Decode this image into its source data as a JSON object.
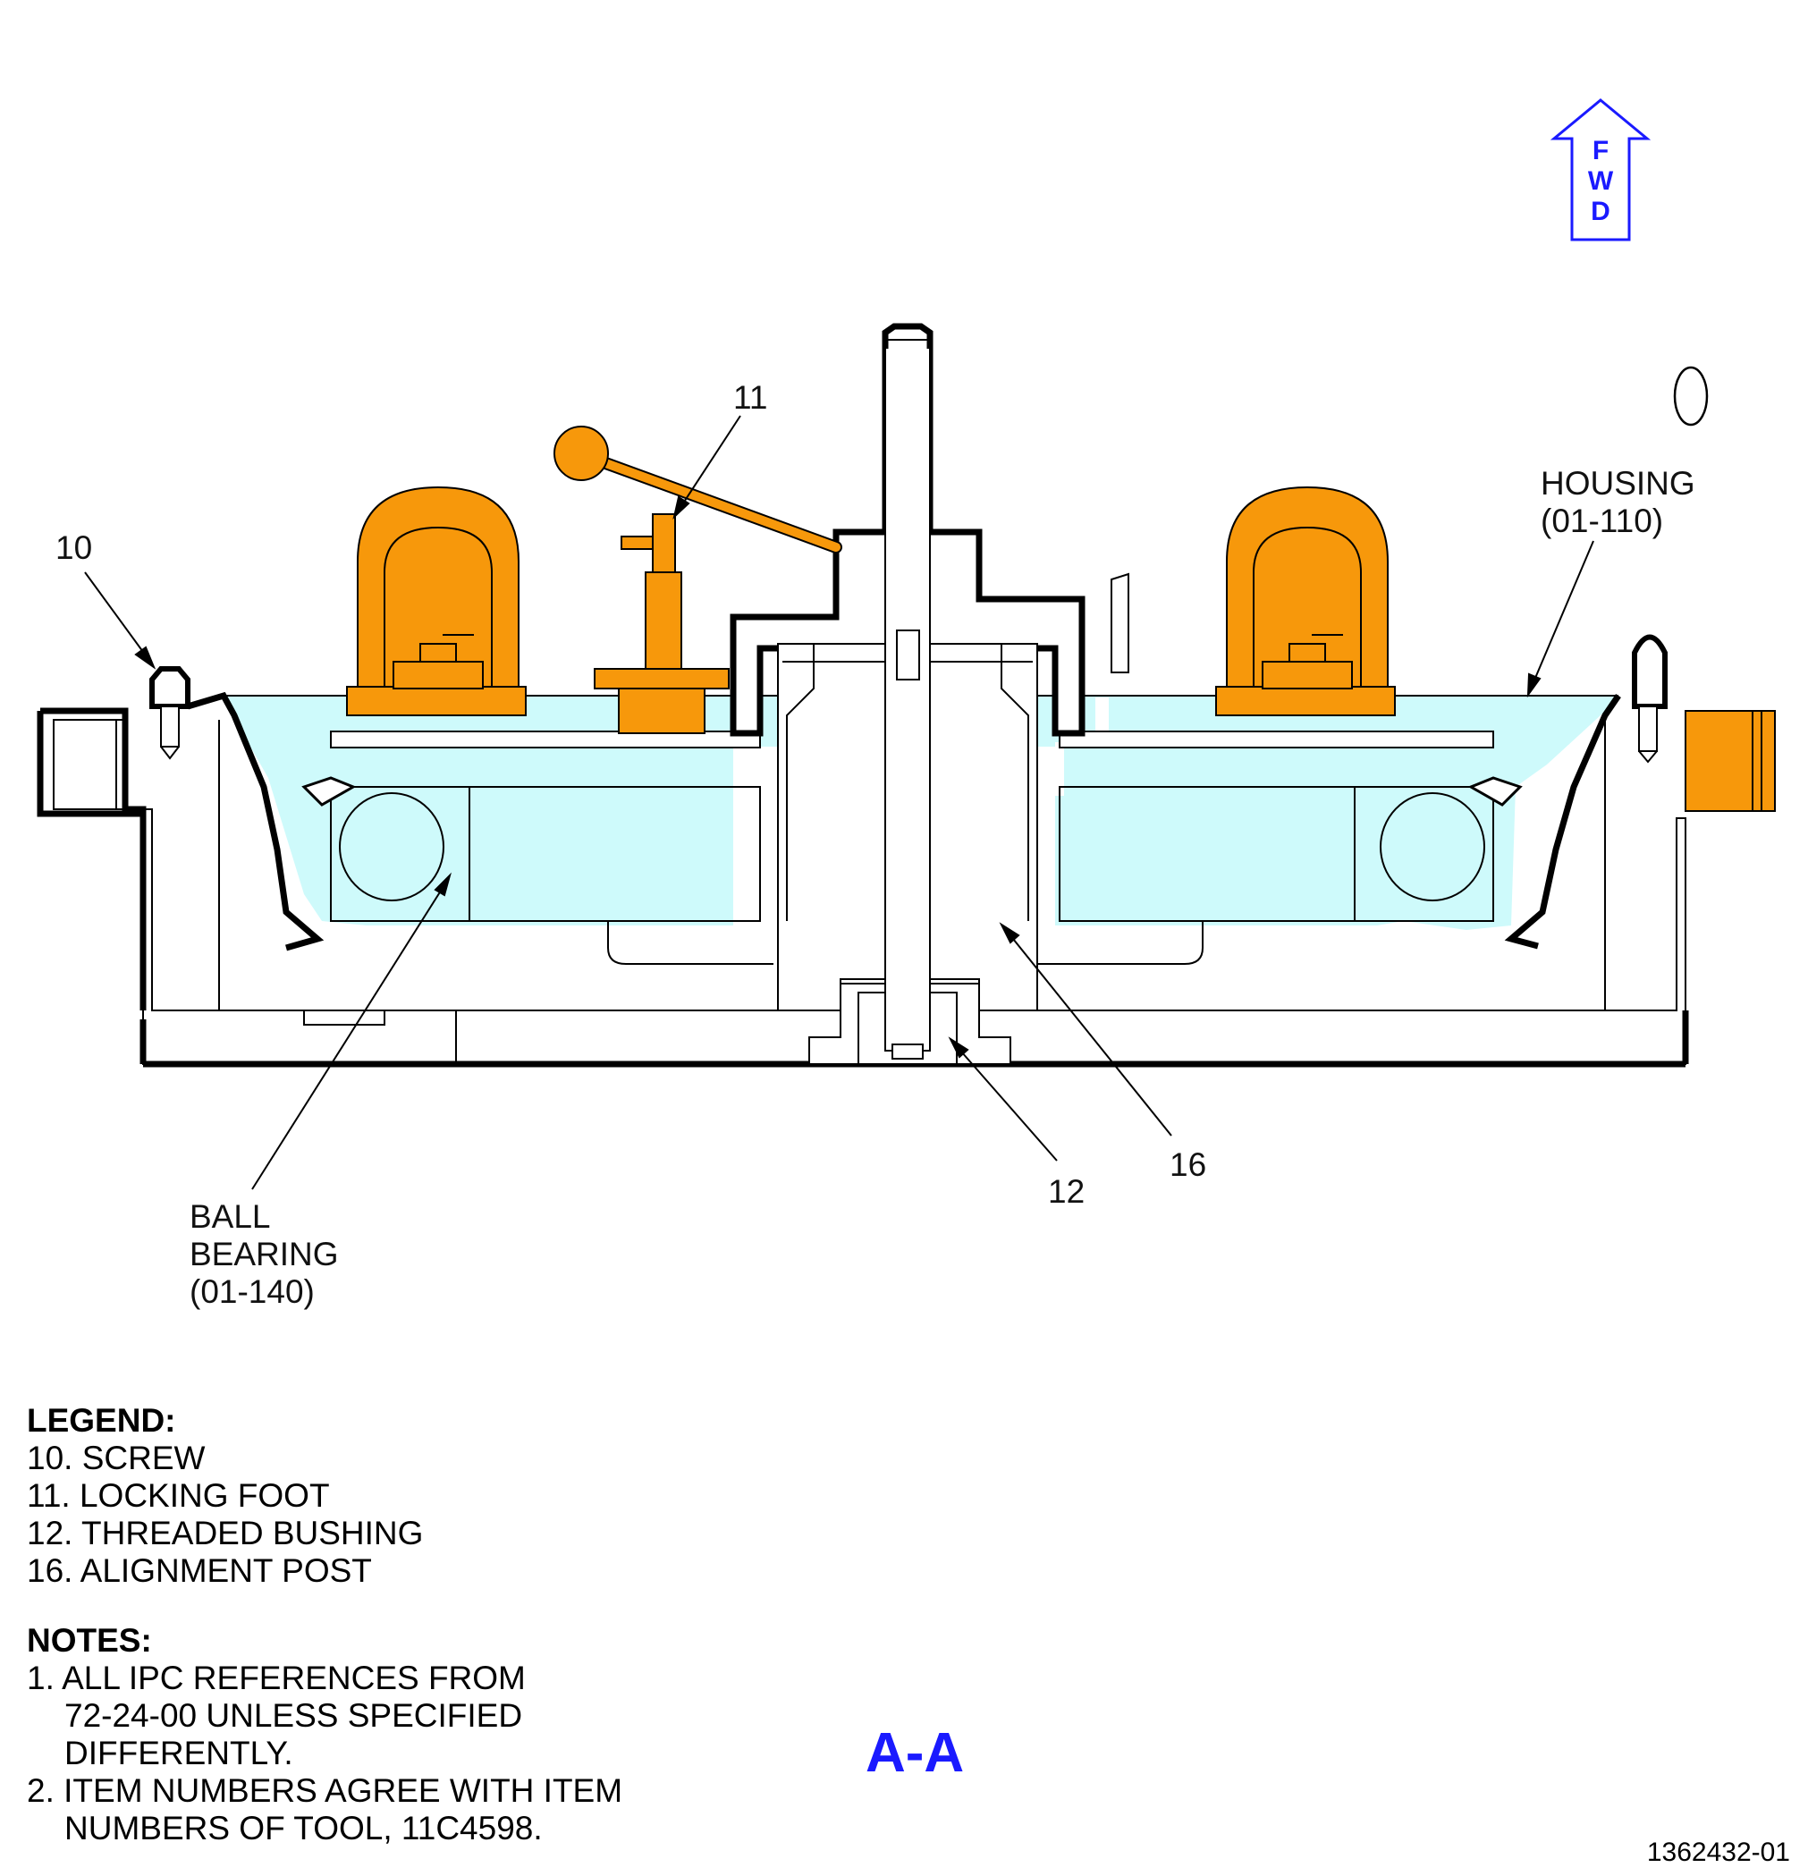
{
  "fwd_arrow": {
    "letters": [
      "F",
      "W",
      "D"
    ],
    "color": "#1a1aff"
  },
  "callouts": {
    "item_10": "10",
    "item_11": "11",
    "item_12": "12",
    "item_16": "16",
    "housing": [
      "HOUSING",
      "(01-110)"
    ],
    "ball_bearing": [
      "BALL",
      "BEARING",
      "(01-140)"
    ]
  },
  "section_title": "A-A",
  "legend": {
    "heading": "LEGEND:",
    "items": [
      "10. SCREW",
      "11. LOCKING FOOT",
      "12. THREADED BUSHING",
      "16. ALIGNMENT POST"
    ]
  },
  "notes": {
    "heading": "NOTES:",
    "items": [
      [
        "1. ALL IPC REFERENCES FROM",
        "72-24-00 UNLESS SPECIFIED",
        "DIFFERENTLY."
      ],
      [
        "2. ITEM NUMBERS AGREE WITH ITEM",
        "NUMBERS OF TOOL, 11C4598."
      ]
    ]
  },
  "figure_number": "1362432-01",
  "colors": {
    "tool": "#f7980b",
    "housing": "#cefafb",
    "outline": "#000000",
    "accent": "#1a1aff"
  }
}
